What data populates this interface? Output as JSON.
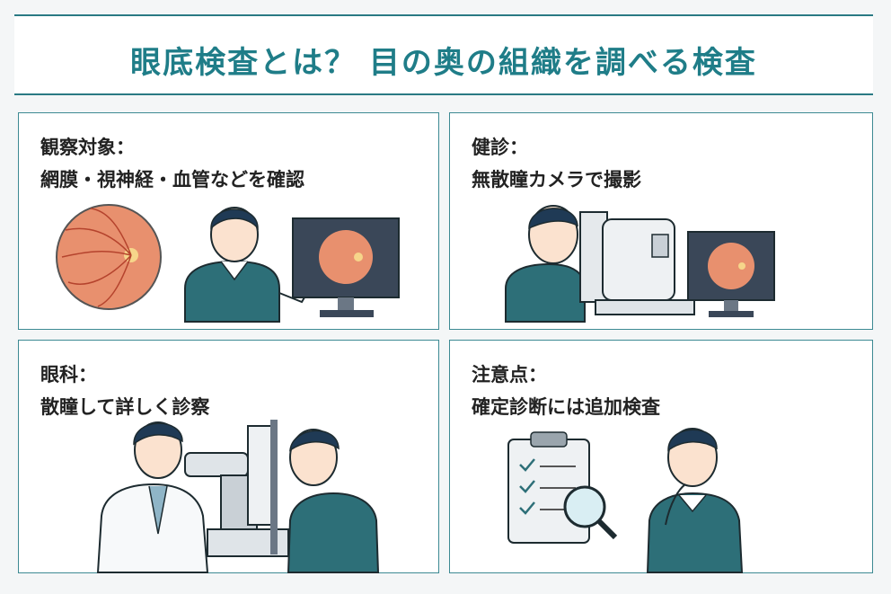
{
  "title": "眼底検査とは？ 目の奥の組織を調べる検査",
  "panels": [
    {
      "heading": "観察対象：",
      "body": "網膜・視神経・血管などを確認"
    },
    {
      "heading": "健診：",
      "body": "無散瞳カメラで撮影"
    },
    {
      "heading": "眼科：",
      "body": "散瞳して詳しく診察"
    },
    {
      "heading": "注意点：",
      "body": "確定診断には追加検査"
    }
  ],
  "colors": {
    "accent": "#1f7d88",
    "retina": "#e8906e",
    "sweater": "#2d6f78"
  },
  "icons": [
    "retina-image-icon",
    "monitor-icon",
    "fundus-camera-icon",
    "slit-lamp-icon",
    "clipboard-checklist-icon",
    "magnifier-icon",
    "person-icon",
    "doctor-icon"
  ]
}
